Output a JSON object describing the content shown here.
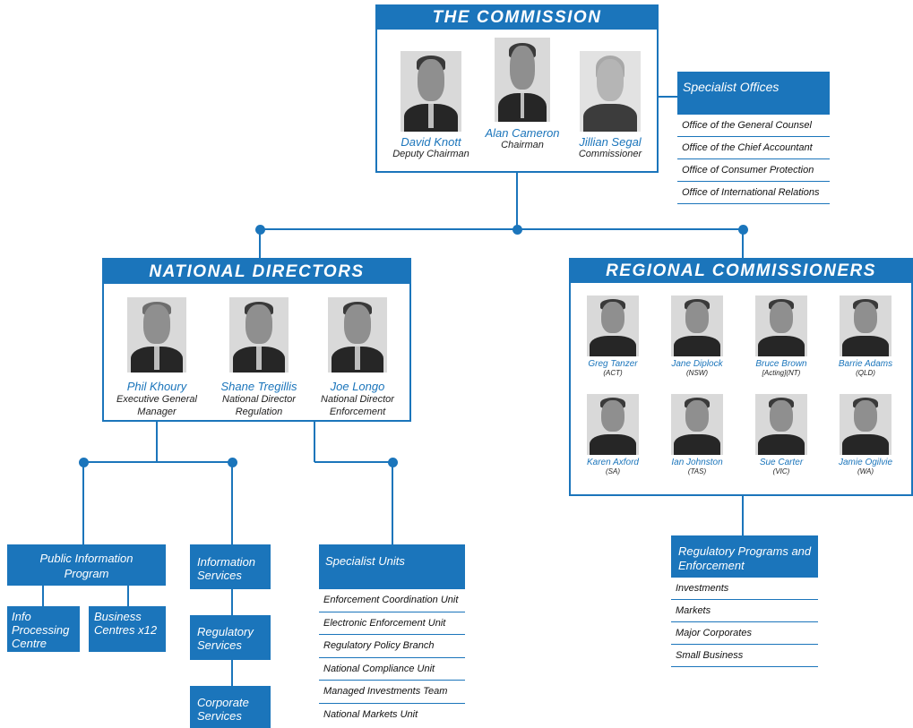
{
  "commission": {
    "title": "THE COMMISSION",
    "people": [
      {
        "name": "David Knott",
        "role": "Deputy Chairman"
      },
      {
        "name": "Alan Cameron",
        "role": "Chairman"
      },
      {
        "name": "Jillian Segal",
        "role": "Commissioner"
      }
    ]
  },
  "specialist_offices": {
    "title": "Specialist Offices",
    "items": [
      "Office of the General Counsel",
      "Office of the Chief Accountant",
      "Office of Consumer Protection",
      "Office of International Relations"
    ]
  },
  "national_directors": {
    "title": "NATIONAL DIRECTORS",
    "people": [
      {
        "name": "Phil Khoury",
        "role": "Executive General Manager"
      },
      {
        "name": "Shane Tregillis",
        "role": "National Director Regulation"
      },
      {
        "name": "Joe Longo",
        "role": "National Director Enforcement"
      }
    ]
  },
  "regional_commissioners": {
    "title": "REGIONAL COMMISSIONERS",
    "people": [
      {
        "name": "Greg Tanzer",
        "region": "(ACT)"
      },
      {
        "name": "Jane Diplock",
        "region": "(NSW)"
      },
      {
        "name": "Bruce Brown",
        "region": "[Acting](NT)"
      },
      {
        "name": "Barrie Adams",
        "region": "(QLD)"
      },
      {
        "name": "Karen Axford",
        "region": "(SA)"
      },
      {
        "name": "Ian Johnston",
        "region": "(TAS)"
      },
      {
        "name": "Sue Carter",
        "region": "(VIC)"
      },
      {
        "name": "Jamie Ogilvie",
        "region": "(WA)"
      }
    ]
  },
  "public_information_program": {
    "title": "Public Information Program"
  },
  "info_processing_centre": {
    "title": "Info Processing Centre"
  },
  "business_centres": {
    "title": "Business Centres x12"
  },
  "information_services": {
    "title": "Information Services"
  },
  "regulatory_services": {
    "title": "Regulatory Services"
  },
  "corporate_services": {
    "title": "Corporate Services"
  },
  "specialist_units": {
    "title": "Specialist Units",
    "items": [
      "Enforcement Coordination Unit",
      "Electronic Enforcement Unit",
      "Regulatory Policy Branch",
      "National Compliance Unit",
      "Managed Investments Team",
      "National Markets Unit"
    ]
  },
  "regulatory_programs": {
    "title": "Regulatory Programs and Enforcement",
    "items": [
      "Investments",
      "Markets",
      "Major Corporates",
      "Small Business"
    ]
  },
  "colors": {
    "accent": "#1b75bb"
  }
}
